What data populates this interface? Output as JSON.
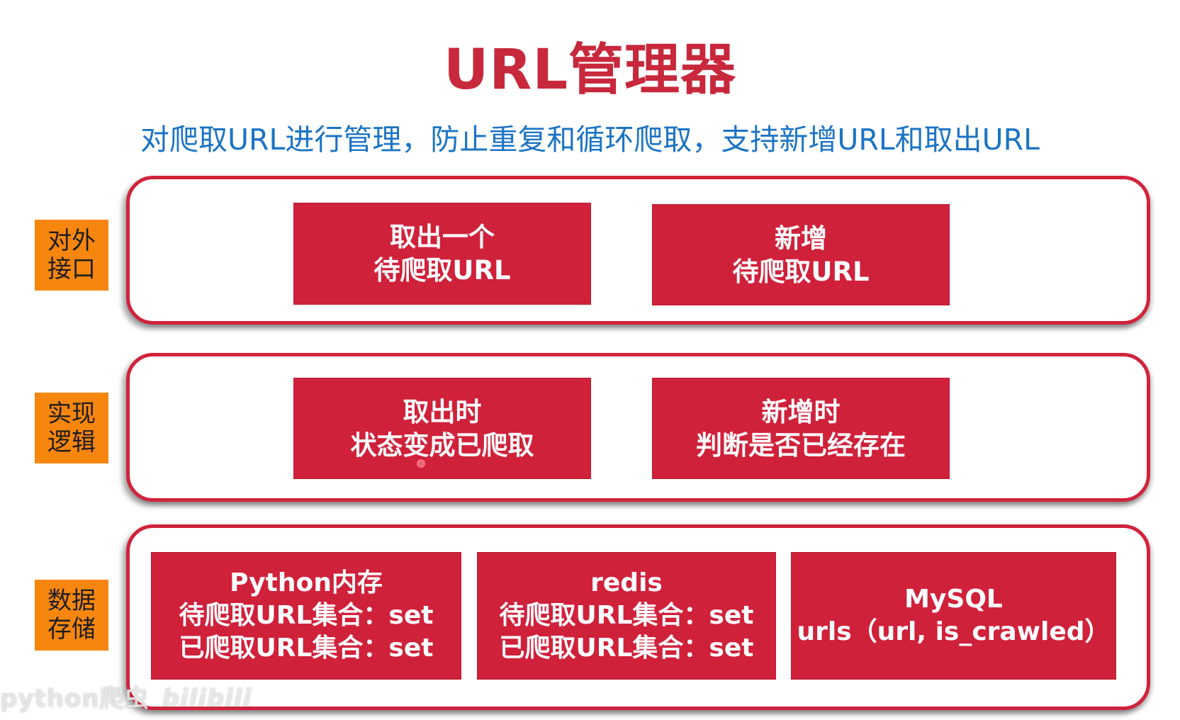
{
  "title": "URL管理器",
  "subtitle": "对爬取URL进行管理，防止重复和循环爬取，支持新增URL和取出URL",
  "rows": [
    {
      "tag": [
        "对外",
        "接口"
      ],
      "boxes": [
        {
          "lines": [
            "取出一个",
            "待爬取URL"
          ]
        },
        {
          "lines": [
            "新增",
            "待爬取URL"
          ]
        }
      ]
    },
    {
      "tag": [
        "实现",
        "逻辑"
      ],
      "boxes": [
        {
          "lines": [
            "取出时",
            "状态变成已爬取"
          ]
        },
        {
          "lines": [
            "新增时",
            "判断是否已经存在"
          ]
        }
      ]
    },
    {
      "tag": [
        "数据",
        "存储"
      ],
      "boxes": [
        {
          "lines": [
            "Python内存",
            "待爬取URL集合：set",
            "已爬取URL集合：set"
          ]
        },
        {
          "lines": [
            "redis",
            "待爬取URL集合：set",
            "已爬取URL集合：set"
          ]
        },
        {
          "lines": [
            "MySQL",
            "urls（url, is_crawled）"
          ]
        }
      ]
    }
  ],
  "watermark": {
    "text": "python爬虫",
    "logo": "bilibili"
  },
  "colors": {
    "title": "#c8283c",
    "subtitle": "#1c74c4",
    "box_fill": "#d0213b",
    "panel_border": "#d0233b",
    "tag_fill": "#f7860f"
  }
}
